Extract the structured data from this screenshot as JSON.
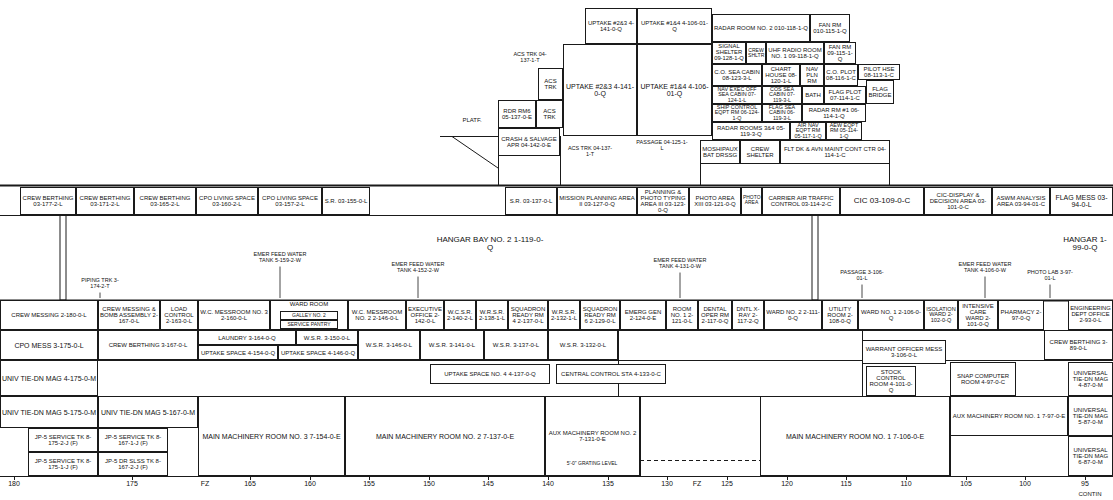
{
  "diagram": {
    "nodes": [
      {
        "text": [
          "UPTAKE #2&3 4-141-0-Q"
        ]
      },
      {
        "text": [
          "UPTAKE #1&4 4-106-01-Q"
        ]
      },
      {
        "text": [
          "RADAR ROOM NO. 2 010-118-1-Q"
        ]
      },
      {
        "text": [
          "FAN RM 010-115-1-Q"
        ]
      },
      {
        "text": [
          "SIGNAL SHELTER 09-128-1-Q"
        ]
      },
      {
        "text": [
          "CREW SHLTR"
        ]
      },
      {
        "text": [
          "UHF RADIO ROOM NO. 1 09-118-1-Q"
        ]
      },
      {
        "text": [
          "FAN RM 09-115-1-Q"
        ]
      },
      {
        "text": [
          "UPTAKE #2&3 4-141-0-Q"
        ]
      },
      {
        "text": [
          "UPTAKE #1&4 4-106-01-Q"
        ]
      },
      {
        "text": [
          "C.O. SEA CABIN 08-123-3-L"
        ]
      },
      {
        "text": [
          "CHART HOUSE 08-120-1-L"
        ]
      },
      {
        "text": [
          "NAV PLN RM"
        ]
      },
      {
        "text": [
          "C.O. PLOT 08-116-1-C"
        ]
      },
      {
        "text": [
          "PILOT HSE 08-113-1-C"
        ]
      },
      {
        "text": [
          "NAV EXEC OFF SEA CABIN 07-124-1-L"
        ]
      },
      {
        "text": [
          "COS SEA CABIN 07-119-3-L"
        ]
      },
      {
        "text": [
          "BATH"
        ]
      },
      {
        "text": [
          "FLAG PLOT 07-114-1-C"
        ]
      },
      {
        "text": [
          "FLAG BRIDGE"
        ]
      },
      {
        "text": [
          "SHIP CONTROL EQPT RM 06-124-1-Q"
        ]
      },
      {
        "text": [
          "FLAG SEA CABIN 06-119-3-L"
        ]
      },
      {
        "text": [
          "RADAR RM #1 06-114-1-Q"
        ]
      },
      {
        "text": [
          "RADAR ROOMS 3&4 05-119-3-Q"
        ]
      },
      {
        "text": [
          "AIR NAV EQPT RM 05-117-1-Q"
        ]
      },
      {
        "text": [
          "AEW EQPT RM 05-114-1-Q"
        ]
      },
      {
        "text": [
          "MOSHIPAUX BAT DRSSG"
        ]
      },
      {
        "text": [
          "CREW SHELTER"
        ]
      },
      {
        "text": [
          "FLT DK & AVN MAINT CONT CTR 04-114-1-C"
        ]
      },
      {
        "text": [
          "ACS TRK"
        ]
      },
      {
        "text": [
          "RDR RM6 05-137-0-E"
        ]
      },
      {
        "text": [
          "ACS TRK"
        ]
      },
      {
        "text": [
          "CRASH & SALVAGE APR 04-142-0-E"
        ]
      },
      {
        "text": [
          "CREW BERTHING 03-177-2-L"
        ]
      },
      {
        "text": [
          "CREW BERTHING 03-171-2-L"
        ]
      },
      {
        "text": [
          "CREW BERTHING 03-165-2-L"
        ]
      },
      {
        "text": [
          "CPO LIVING SPACE 03-160-2-L"
        ]
      },
      {
        "text": [
          "CPO LIVING SPACE 03-157-2-L"
        ]
      },
      {
        "text": [
          "S.R. 03-155-0-L"
        ]
      },
      {
        "text": [
          "S.R. 03-137-0-L"
        ]
      },
      {
        "text": [
          "MISSION PLANNING AREA II 03-127-0-Q"
        ]
      },
      {
        "text": [
          "PLANNING & PHOTO TYPING AREA III 03-123-0-Q"
        ]
      },
      {
        "text": [
          "PHOTO AREA XIII 03-121-0-Q"
        ]
      },
      {
        "text": [
          "PHOTO AREA"
        ]
      },
      {
        "text": [
          "CARRIER AIR TRAFFIC CONTROL 03-114-2-C"
        ]
      },
      {
        "text": [
          "CIC 03-109-0-C"
        ]
      },
      {
        "text": [
          "CIC-DISPLAY & DECISION AREA 03-101-0-C"
        ]
      },
      {
        "text": [
          "ASWM ANALYSIS AREA 03-94-01-C"
        ]
      },
      {
        "text": [
          "FLAG MESS 03-94-0-L"
        ]
      },
      {
        "text": [
          "CREW MESSING 2-180-0-L"
        ]
      },
      {
        "text": [
          "CREW MESSING & BOMB ASSEMBLY 2-167-0-L"
        ]
      },
      {
        "text": [
          "LOAD CONTROL 2-163-0-L"
        ]
      },
      {
        "text": [
          "W.C. MESSROOM NO. 3 2-160-0-L"
        ]
      },
      {
        "text": [
          "WARD ROOM"
        ]
      },
      {
        "text": [
          "GALLEY NO. 2"
        ],
        "in": 53
      },
      {
        "text": [
          "SERVICE PANTRY"
        ],
        "in": 53
      },
      {
        "text": [
          "W.C. MESSROOM NO. 2 2-146-0-L"
        ]
      },
      {
        "text": [
          "EXECUTIVE OFFICE 2-142-0-L"
        ]
      },
      {
        "text": [
          "W.C.S.R. 2-140-2-L"
        ]
      },
      {
        "text": [
          "W.R.S.R. 2-138-1-L"
        ]
      },
      {
        "text": [
          "SQUADRON READY RM 4 2-137-0-L"
        ]
      },
      {
        "text": [
          "W.R.S.R. 2-132-1-L"
        ]
      },
      {
        "text": [
          "SQUADRON READY RM 6 2-129-0-L"
        ]
      },
      {
        "text": [
          "EMERG GEN 2-124-0-E"
        ]
      },
      {
        "text": [
          "ROOM NO. 1 2-121-0-L"
        ]
      },
      {
        "text": [
          "DENTAL OPER RM 2-117-0-Q"
        ]
      },
      {
        "text": [
          "DNTL X-RAY 2-117-2-Q"
        ]
      },
      {
        "text": [
          "WARD NO. 2 2-111-0-Q"
        ]
      },
      {
        "text": [
          "UTILITY ROOM 2-108-0-Q"
        ]
      },
      {
        "text": [
          "WARD NO. 1 2-106-0-Q"
        ]
      },
      {
        "text": [
          "ISOLATION WARD 2-102-0-Q"
        ]
      },
      {
        "text": [
          "INTENSIVE CARE WARD 2-101-0-Q"
        ]
      },
      {
        "text": [
          "PHARMACY 2-97-0-Q"
        ]
      },
      {
        "text": [
          "ENGINEERING DEPT OFFICE 2-93-0-L"
        ]
      },
      {
        "text": [
          "CPO MESS 3-175-0-L"
        ]
      },
      {
        "text": [
          "CREW BERTHING 3-167-0-L"
        ]
      },
      {
        "text": [
          "LAUNDRY 3-164-0-Q"
        ]
      },
      {
        "text": [
          "W.S.R. 3-150-0-L"
        ]
      },
      {
        "text": [
          "UPTAKE SPACE 4-154-0-Q"
        ]
      },
      {
        "text": [
          "UPTAKE SPACE 4-146-0-Q"
        ]
      },
      {
        "text": [
          "W.S.R. 3-146-0-L"
        ]
      },
      {
        "text": [
          "W.S.R. 3-141-0-L"
        ]
      },
      {
        "text": [
          "W.S.R. 3-137-0-L"
        ]
      },
      {
        "text": [
          "W.S.R. 3-132-0-L"
        ]
      },
      {
        "text": [
          "WARRANT OFFICER MESS 3-106-0-L"
        ]
      },
      {
        "text": [
          "CREW BERTHING 3-89-0-L"
        ]
      },
      {
        "text": [
          "UNIV TIE-DN MAG 4-175-0-M"
        ]
      },
      {
        "text": [
          "UPTAKE SPACE NO. 4 4-137-0-Q"
        ]
      },
      {
        "text": [
          "CENTRAL CONTROL STA 4-133-0-C"
        ]
      },
      {
        "text": [
          "STOCK CONTROL ROOM 4-101-0-Q"
        ]
      },
      {
        "text": [
          "SNAP COMPUTER ROOM 4-97-0-C"
        ]
      },
      {
        "text": [
          "UNIVERSAL TIE-DN MAG 4-87-0-M"
        ]
      },
      {
        "text": [
          "UNIV TIE-DN MAG 5-175-0-M"
        ]
      },
      {
        "text": [
          "UNIV TIE-DN MAG 5-167-0-M"
        ]
      },
      {
        "text": [
          "JP-5 SERVICE TK 8-175-2-J (F)"
        ]
      },
      {
        "text": [
          "JP-5 SERVICE TK 8-167-1-J (F)"
        ]
      },
      {
        "text": [
          "JP-5 SERVICE TK 8-175-1-J (F)"
        ]
      },
      {
        "text": [
          "JP-5 DR SLSS TK 8-167-2-J (F)"
        ]
      },
      {
        "text": [
          "MAIN MACHINERY ROOM NO. 3 7-154-0-E"
        ]
      },
      {
        "text": [
          "MAIN MACHINERY ROOM NO. 2 7-137-0-E"
        ]
      },
      {
        "text": [
          "AUX MACHINERY ROOM NO. 2 7-131-0-E"
        ]
      },
      {
        "text": [
          "MAIN MACHINERY ROOM NO. 1 7-106-0-E"
        ]
      },
      {
        "text": [
          "AUX MACHINERY ROOM NO. 1 7-97-0-E"
        ]
      },
      {
        "text": [
          "UNIVERSAL TIE-DN MAG 5-87-0-M"
        ]
      },
      {
        "text": [
          "UNIVERSAL TIE-DN MAG 6-87-0-M"
        ]
      }
    ],
    "labels": [
      "ACS TRK 04-137-1-T",
      "PLATF.",
      "ACS TRK 04-137-1-T",
      "PASSAGE 04-125-1-L",
      "HANGAR BAY NO. 2 1-119-0-Q",
      "HANGAR 1-99-0-Q",
      "PIPING TRK 3-174-2-T",
      "EMER FEED WATER TANK 5-159-2-W",
      "EMER FEED WATER TANK 4-152-2-W",
      "EMER FEED WATER TANK 4-131-0-W",
      "PASSAGE 3-106-01-L",
      "EMER FEED WATER TANK 4-106-0-W",
      "PHOTO LAB 3-97-01-L",
      "5'-0\" GRATING LEVEL",
      "180",
      "175",
      "FZ",
      "165",
      "160",
      "155",
      "150",
      "145",
      "140",
      "135",
      "130",
      "FZ",
      "125",
      "120",
      "115",
      "110",
      "105",
      "100",
      "95",
      "CONTIN"
    ]
  }
}
